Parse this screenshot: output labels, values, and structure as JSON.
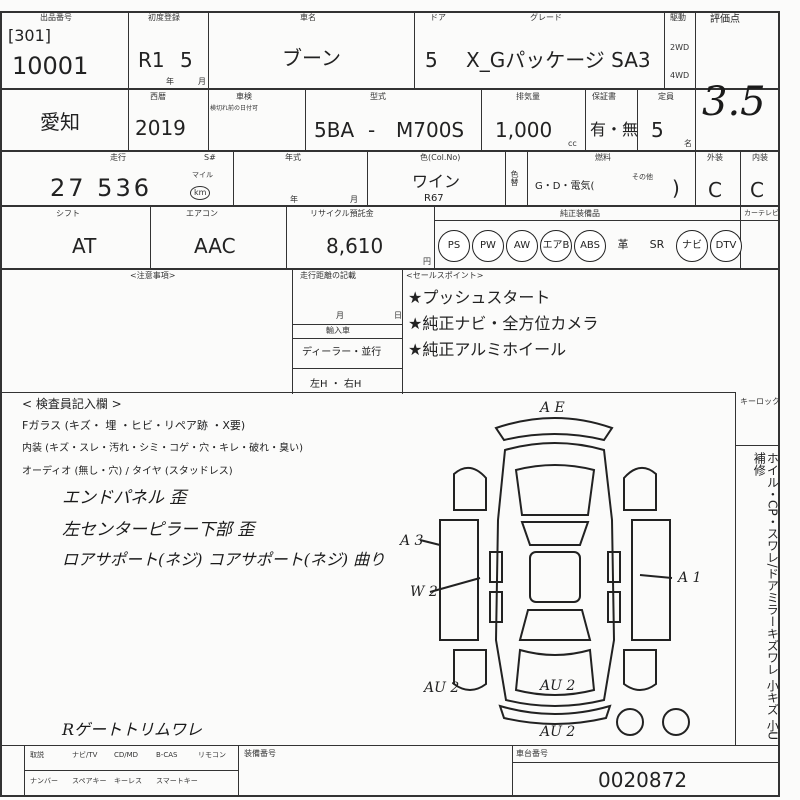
{
  "header": {
    "lot_label": "出品番号",
    "lot_prefix": "[301]",
    "lot_number": "10001",
    "reg_label": "初度登録",
    "reg_era": "R1",
    "reg_month": "5",
    "reg_year_unit": "年",
    "reg_month_unit": "月",
    "name_label": "車名",
    "car_name": "ブーン",
    "door_label": "ドア",
    "doors": "5",
    "grade_label": "グレード",
    "grade": "X_Gパッケージ SA3",
    "drive_label": "駆動",
    "drive_2wd": "2WD",
    "drive_4wd": "4WD",
    "score_label": "評価点",
    "score": "3.5"
  },
  "row2": {
    "region": "愛知",
    "year_label": "西暦",
    "year": "2019",
    "inspection_label": "車検",
    "inspection_sub": "検切れ前の日付可",
    "model_label": "型式",
    "model_prefix": "5BA",
    "model_dash": "-",
    "model_code": "M700S",
    "displacement_label": "排気量",
    "displacement": "1,000",
    "cc": "cc",
    "warranty_label": "保証書",
    "warranty": "有・無",
    "capacity_label": "定員",
    "capacity": "5",
    "capacity_unit": "名"
  },
  "row3": {
    "mileage_label": "走行",
    "mileage": "27 536",
    "mileage_unit": "km",
    "mileage_unit2": "マイル",
    "shift_mark": "S#",
    "replace_label": "年式",
    "year_unit": "年",
    "month_unit": "月",
    "color_label": "色(Col.No)",
    "color": "ワイン",
    "color_code": "R67",
    "color_change": "色替",
    "fuel_label": "燃料",
    "fuel": "G・D・電気(",
    "fuel_other": "その他",
    "fuel_close": ")",
    "ext_label": "外装",
    "ext": "C",
    "int_label": "内装",
    "int": "C"
  },
  "row4": {
    "shift_label": "シフト",
    "shift": "AT",
    "ac_label": "エアコン",
    "ac": "AAC",
    "recycle_label": "リサイクル預託金",
    "recycle": "8,610",
    "recycle_unit": "円",
    "equipment_label": "純正装備品",
    "mr_label": "カーテレビ",
    "equipment": [
      {
        "label": "PS",
        "circled": true
      },
      {
        "label": "PW",
        "circled": true
      },
      {
        "label": "AW",
        "circled": true
      },
      {
        "label": "エアB",
        "circled": true
      },
      {
        "label": "ABS",
        "circled": true
      },
      {
        "label": "革",
        "circled": false
      },
      {
        "label": "SR",
        "circled": false
      },
      {
        "label": "ナビ",
        "circled": true
      },
      {
        "label": "DTV",
        "circled": true
      }
    ]
  },
  "notes": {
    "notes_label": "<注意事項>",
    "mileage_record_label": "走行距離の記載",
    "month_label": "月",
    "day_label": "日",
    "import_label": "輸入車",
    "import_value": "ディーラー・並行",
    "steering": "左H ・ 右H",
    "sales_label": "<セールスポイント>",
    "sales_points": [
      "★プッシュスタート",
      "★純正ナビ・全方位カメラ",
      "★純正アルミホイール"
    ]
  },
  "inspector": {
    "title": "< 検査員記入欄 >",
    "line1": "Fガラス (キズ・ 埋 ・ヒビ・リペア跡 ・X要)",
    "line2": "内装 (キズ・スレ・汚れ・シミ・コゲ・穴・キレ・破れ・臭い)",
    "line3": "オーディオ (無し・穴) / タイヤ (スタッドレス)",
    "hand_notes": [
      "エンドパネル 歪",
      "左センターピラー下部 歪",
      "ロアサポート(ネジ) コアサポート(ネジ) 曲り"
    ],
    "bottom_note": "Rゲートトリムワレ",
    "keyless_label": "キーロック"
  },
  "diagram": {
    "marks": [
      "A E",
      "A 3",
      "W 2",
      "A 1",
      "AU 2",
      "AU 2",
      "AU 2"
    ],
    "legend": "ホイル・CP・スワレ/ドアミラーキズワレ 小キズ 小U 補修"
  },
  "footer": {
    "options": [
      "取説",
      "ナビ/TV",
      "CD/MD",
      "B-CAS",
      "リモコン",
      "ナンバー",
      "スペアキー",
      "キーレス",
      "スマートキー"
    ],
    "serial_label": "車台番号",
    "remarks_label": "装備番号",
    "serial": "0020872"
  }
}
